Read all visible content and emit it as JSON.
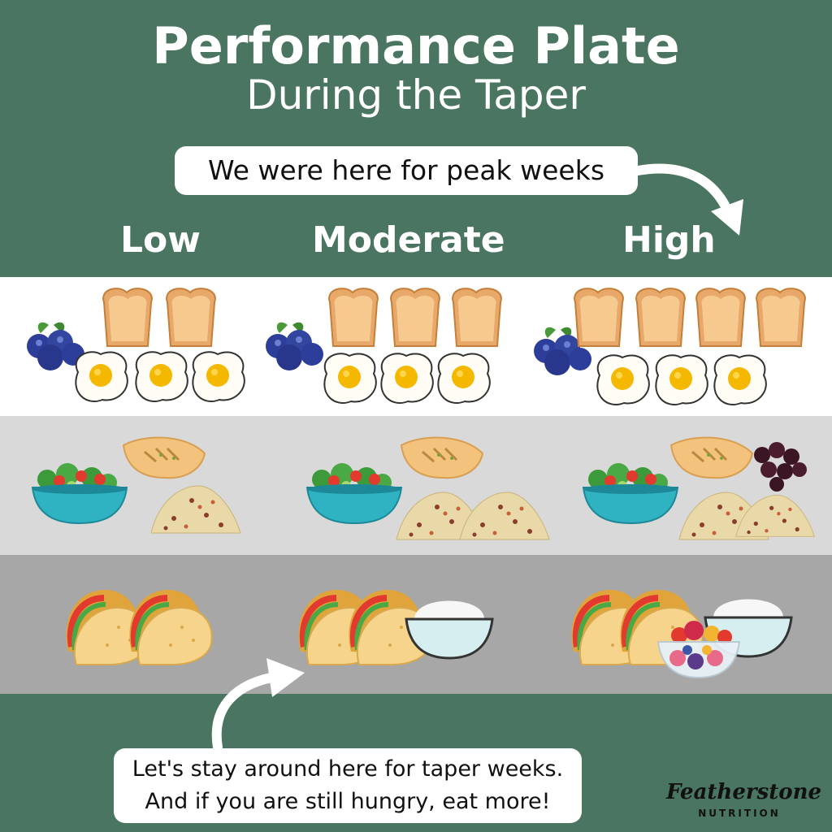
{
  "title": "Performance Plate",
  "subtitle": "During the Taper",
  "callout_top": "We were here for peak weeks",
  "levels": {
    "low": "Low",
    "moderate": "Moderate",
    "high": "High"
  },
  "callout_bottom": {
    "line1": "Let's stay around here for taper weeks.",
    "line2": "And if you are still hungry, eat more!"
  },
  "logo": {
    "main": "Featherstone",
    "sub": "NUTRITION"
  },
  "colors": {
    "header_green": "#4a7560",
    "band_white": "#ffffff",
    "band_light_gray": "#d9d9d9",
    "band_gray": "#a7a7a7"
  },
  "icons": [
    "blueberries-icon",
    "toast-icon",
    "fried-egg-icon",
    "salad-bowl-icon",
    "flatbread-icon",
    "grain-pile-icon",
    "raisins-icon",
    "taco-icon",
    "rice-bowl-icon",
    "fruit-bowl-icon",
    "curved-arrow-icon"
  ]
}
